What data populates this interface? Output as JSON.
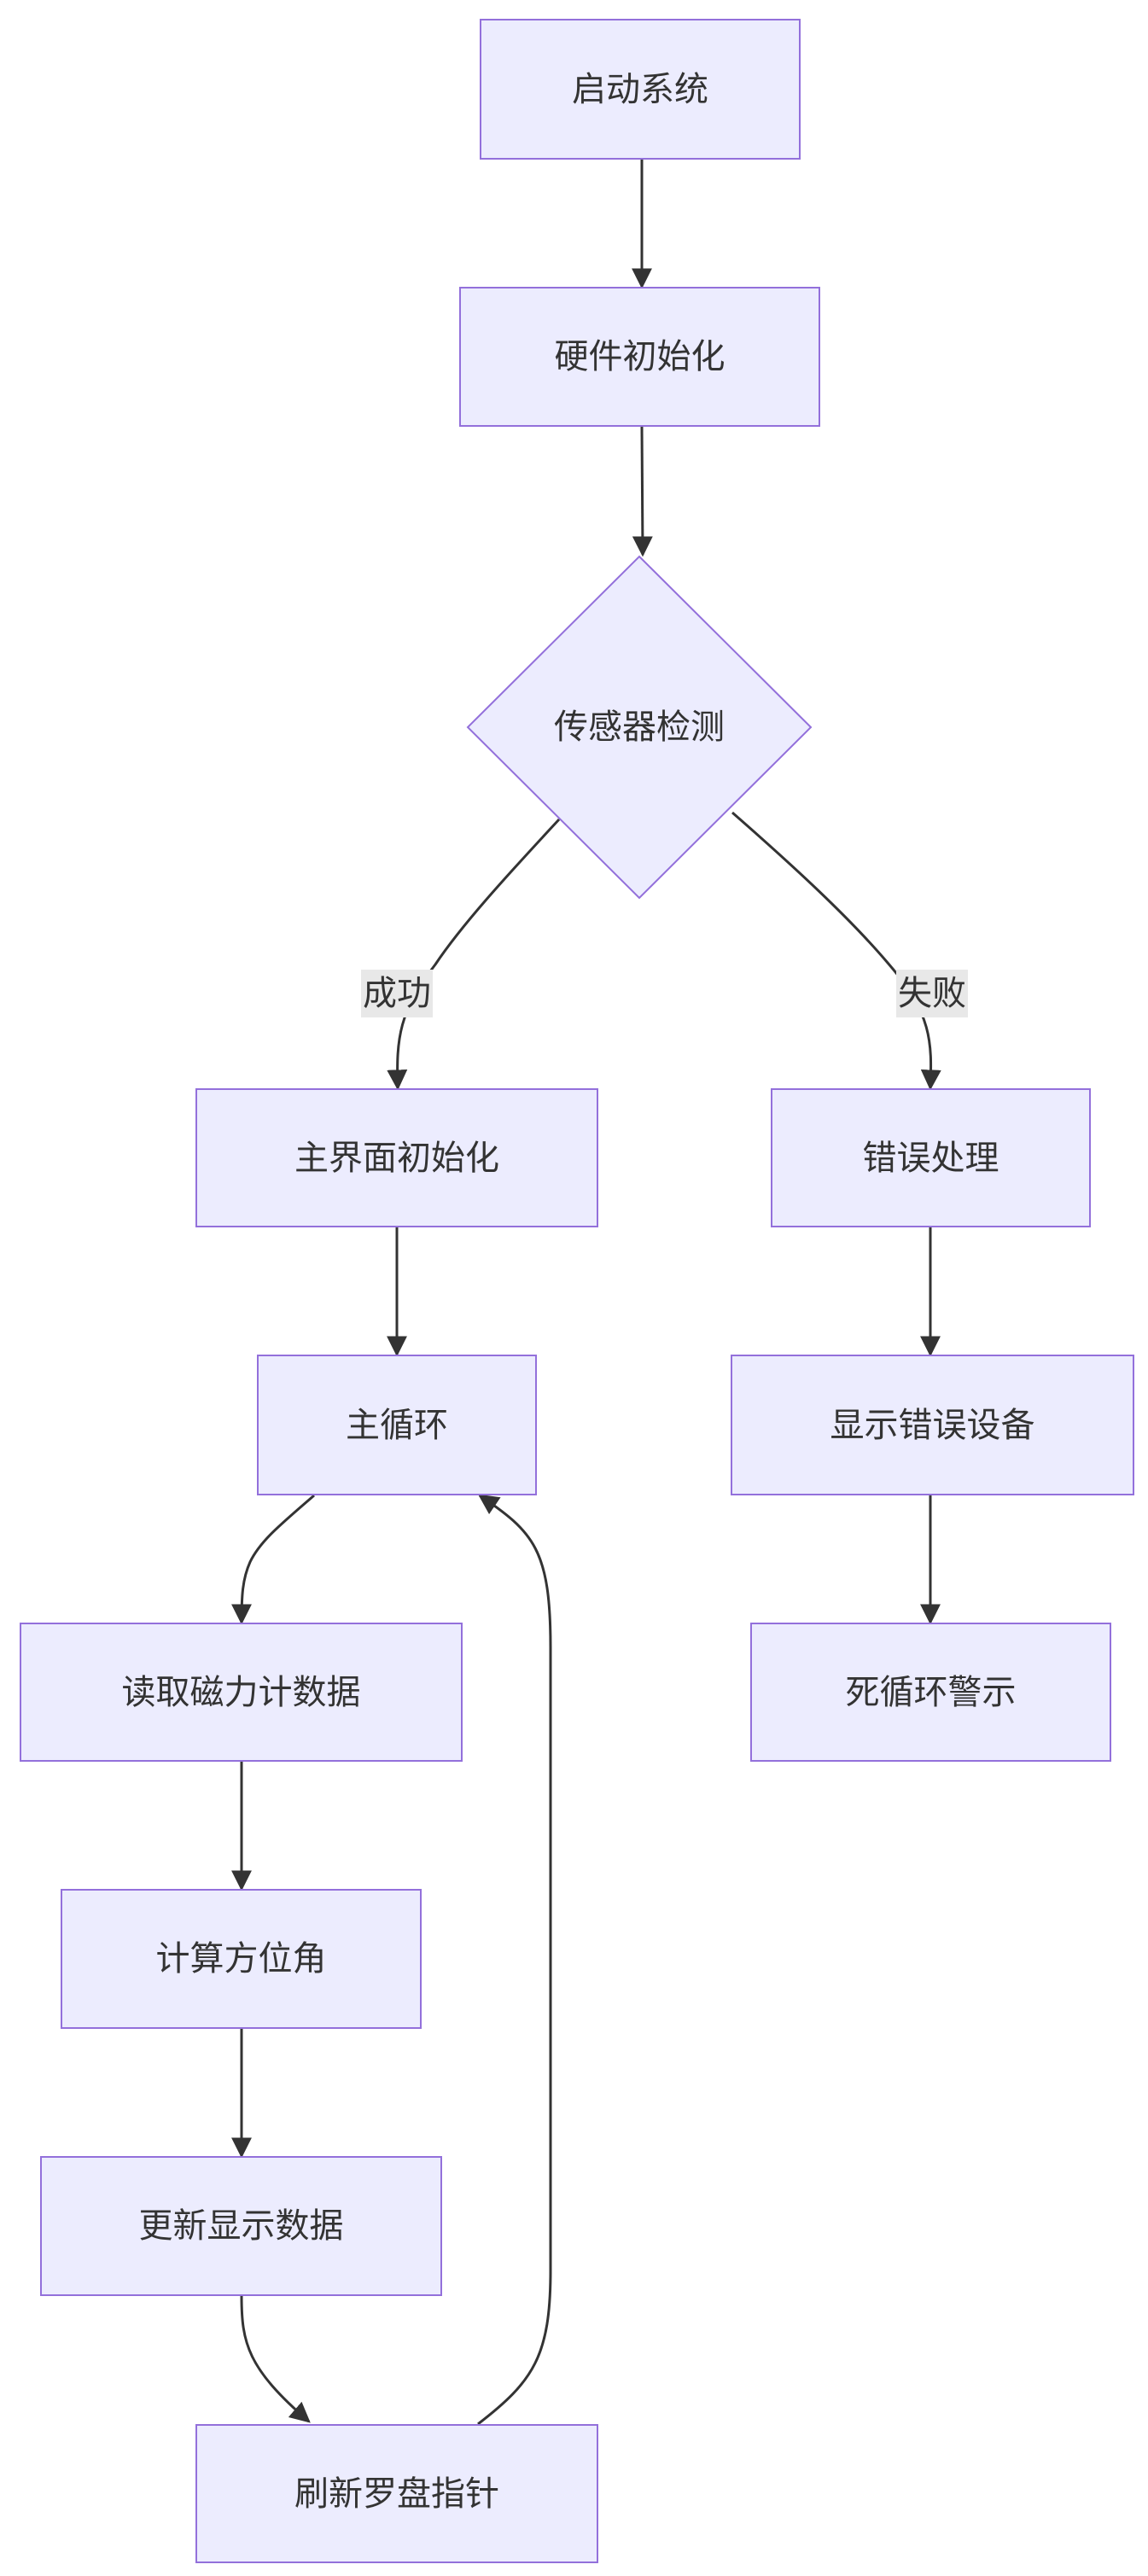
{
  "nodes": {
    "start": "启动系统",
    "hw_init": "硬件初始化",
    "sensor_check": "传感器检测",
    "main_ui_init": "主界面初始化",
    "error_handle": "错误处理",
    "main_loop": "主循环",
    "show_error_device": "显示错误设备",
    "read_magnetometer": "读取磁力计数据",
    "infinite_loop_warning": "死循环警示",
    "calc_azimuth": "计算方位角",
    "update_display": "更新显示数据",
    "refresh_pointer": "刷新罗盘指针"
  },
  "edge_labels": {
    "success": "成功",
    "failure": "失败"
  },
  "colors": {
    "node_fill": "#ececfe",
    "node_border": "#9370db",
    "edge": "#333333",
    "edge_label_bg": "#e8e8e8",
    "text": "#333333"
  }
}
